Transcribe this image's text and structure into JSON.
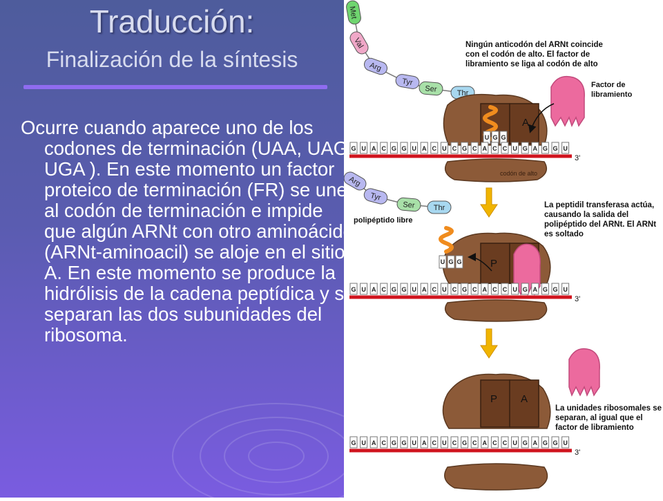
{
  "slide": {
    "title": "Traducción:",
    "subtitle": "Finalización de la síntesis",
    "body": "Ocurre cuando aparece uno de los codones de terminación (UAA, UAG, UGA ). En este momento un factor proteico de terminación (FR) se une al codón de terminación e impide que algún ARNt con otro aminoácido (ARNt-aminoacil) se aloje en el sitio A. En este momento se produce la hidrólisis de la cadena peptídica y se separan las dos subunidades del ribosoma."
  },
  "diagram": {
    "amino_acids_step1": [
      "Met",
      "Val",
      "Arg",
      "Tyr",
      "Ser",
      "Thr"
    ],
    "amino_acids_step2": [
      "Arg",
      "Tyr",
      "Ser",
      "Thr"
    ],
    "mrna_bases": [
      "G",
      "U",
      "A",
      "C",
      "G",
      "G",
      "U",
      "A",
      "C",
      "U",
      "C",
      "G",
      "C",
      "A",
      "C",
      "C",
      "U",
      "G",
      "A",
      "G",
      "G",
      "U"
    ],
    "mrna_3prime": "3'",
    "anticodon": [
      "U",
      "G",
      "G"
    ],
    "step1": {
      "annotation": "Ningún anticodón del ARNt coincide con el codón de alto. El factor de libramiento se liga al codón de alto",
      "factor_label": "Factor de libramiento",
      "site_a": "A",
      "stop_codon_label": "codón de alto"
    },
    "step2": {
      "annotation": "La peptidil transferasa actúa, causando la salida del polipéptido del ARNt. El ARNt es soltado",
      "free_peptide_label": "polipéptido libre",
      "site_p": "P"
    },
    "step3": {
      "annotation": "La unidades ribosomales se separan, al igual que el factor de libramiento",
      "site_p": "P",
      "site_a": "A"
    },
    "colors": {
      "ribosome": "#8c5a38",
      "mrna": "#d0141e",
      "release_factor": "#ec6a9e",
      "arrow": "#f0b400",
      "helix": "#f08c1e"
    }
  }
}
